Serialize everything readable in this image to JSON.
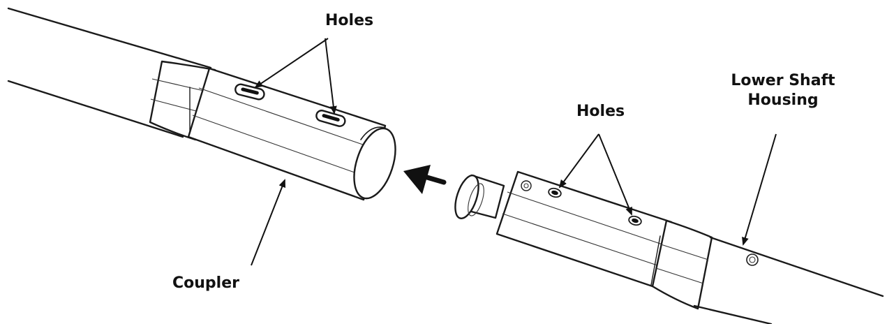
{
  "labels": {
    "holes_left": "Holes",
    "holes_right": "Holes",
    "coupler": "Coupler",
    "lower_shaft_line1": "Lower Shaft",
    "lower_shaft_line2": "Housing"
  },
  "colors": {
    "line": "#1a1a1a",
    "background": "#ffffff"
  },
  "icons": {
    "insert_direction": "arrow-left-icon"
  }
}
